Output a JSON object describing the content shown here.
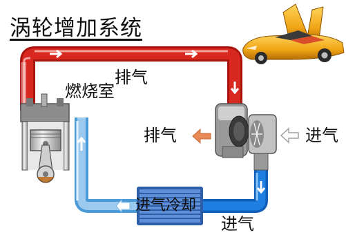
{
  "title": "涡轮增加系统",
  "labels": {
    "combustion_chamber": "燃烧室",
    "exhaust_top": "排气",
    "exhaust_out": "排气",
    "intake_right": "进气",
    "intercooler": "进气冷却",
    "intake_bottom": "进气"
  },
  "colors": {
    "hot_pipe": "#d8281f",
    "hot_pipe_light": "#f0736a",
    "cold_pipe": "#4a9ad8",
    "cold_pipe_bright": "#1f7fe0",
    "intercooler": "#3b6fc0",
    "exhaust_arrow": "#e88a55",
    "intake_arrow": "#b5b5b5",
    "car_body": "#f0a515"
  },
  "icons": [
    "sports-car",
    "engine-cylinder",
    "turbocharger",
    "intercooler"
  ]
}
